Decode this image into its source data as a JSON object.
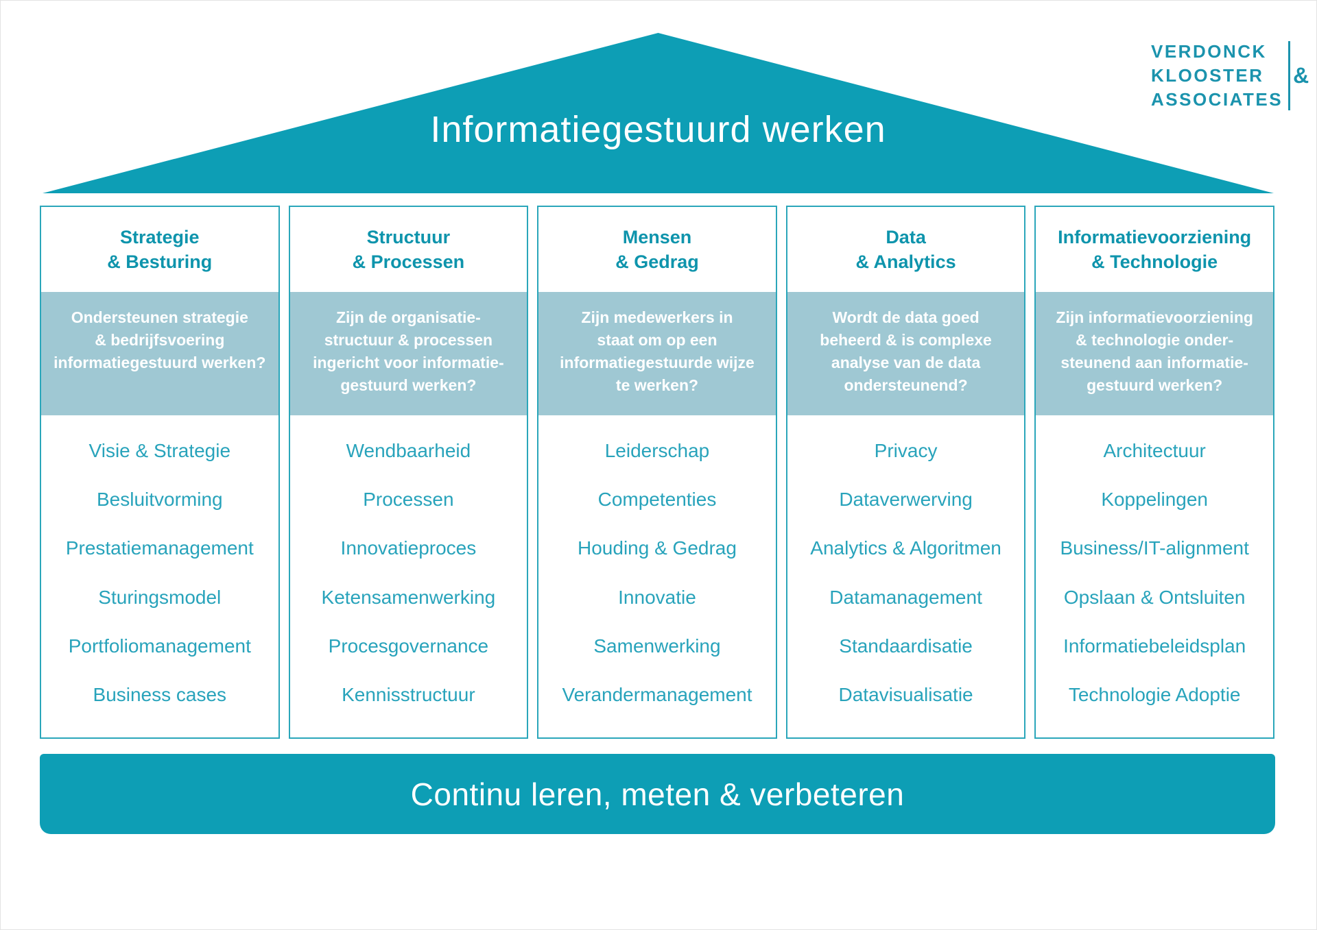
{
  "colors": {
    "teal": "#0D9EB5",
    "column_border": "#2AA6BA",
    "question_bg": "#9FC8D3",
    "header_text": "#0E94AC",
    "item_text": "#28A3BB",
    "logo_text": "#1B93AD"
  },
  "roof": {
    "title": "Informatiegestuurd werken"
  },
  "logo": {
    "line1": "VERDONCK",
    "line2": "KLOOSTER",
    "line3": "ASSOCIATES",
    "ampersand": "&"
  },
  "pillars": [
    {
      "title": "Strategie\n& Besturing",
      "question": "Ondersteunen strategie\n& bedrijfsvoering\ninformatiegestuurd werken?",
      "items": [
        "Visie & Strategie",
        "Besluitvorming",
        "Prestatiemanagement",
        "Sturingsmodel",
        "Portfoliomanagement",
        "Business cases"
      ]
    },
    {
      "title": "Structuur\n& Processen",
      "question": "Zijn de organisatie-\nstructuur & processen\ningericht voor informatie-\ngestuurd werken?",
      "items": [
        "Wendbaarheid",
        "Processen",
        "Innovatieproces",
        "Ketensamenwerking",
        "Procesgovernance",
        "Kennisstructuur"
      ]
    },
    {
      "title": "Mensen\n& Gedrag",
      "question": "Zijn medewerkers in\nstaat om op een\ninformatiegestuurde wijze\nte werken?",
      "items": [
        "Leiderschap",
        "Competenties",
        "Houding & Gedrag",
        "Innovatie",
        "Samenwerking",
        "Verandermanagement"
      ]
    },
    {
      "title": "Data\n& Analytics",
      "question": "Wordt de data goed\nbeheerd & is complexe\nanalyse van de data\nondersteunend?",
      "items": [
        "Privacy",
        "Dataverwerving",
        "Analytics & Algoritmen",
        "Datamanagement",
        "Standaardisatie",
        "Datavisualisatie"
      ]
    },
    {
      "title": "Informatievoorziening\n& Technologie",
      "question": "Zijn informatievoorziening\n& technologie onder-\nsteunend aan informatie-\ngestuurd werken?",
      "items": [
        "Architectuur",
        "Koppelingen",
        "Business/IT-alignment",
        "Opslaan & Ontsluiten",
        "Informatiebeleidsplan",
        "Technologie Adoptie"
      ]
    }
  ],
  "footer": {
    "label": "Continu leren, meten & verbeteren"
  }
}
